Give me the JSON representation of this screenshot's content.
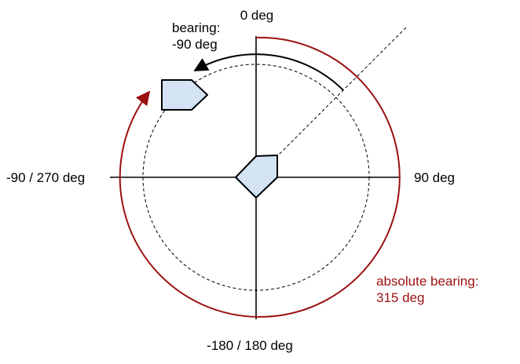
{
  "labels": {
    "north": "0 deg",
    "east": "90 deg",
    "south": "-180 / 180 deg",
    "west": "-90 / 270 deg",
    "bearing_line1": "bearing:",
    "bearing_line2": "-90 deg",
    "absolute_line1": "absolute bearing:",
    "absolute_line2": "315 deg"
  },
  "colors": {
    "axis": "#000000",
    "ship_fill": "#d3e3f3",
    "ship_stroke": "#000000",
    "absolute_arc": "#9b1010",
    "bearing_text": "#000000",
    "absolute_text": "#9b1010"
  }
}
